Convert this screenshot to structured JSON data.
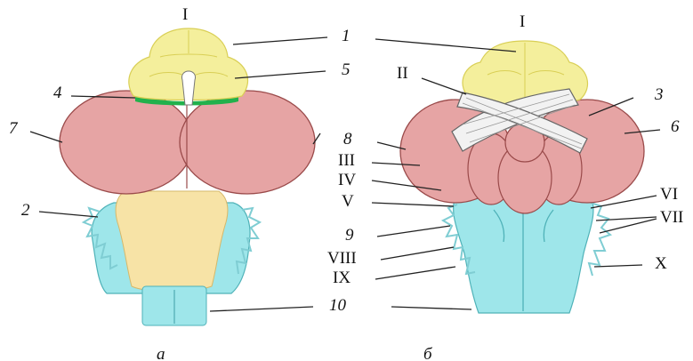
{
  "figure": {
    "left_view": {
      "caption": "а",
      "roman_labels": [
        "I"
      ],
      "numeric_labels": [
        "1",
        "5",
        "4",
        "7",
        "2",
        "10"
      ]
    },
    "right_view": {
      "caption": "б",
      "roman_labels": [
        "I",
        "II",
        "III",
        "IV",
        "V",
        "VI",
        "VII",
        "VIII",
        "IX",
        "X"
      ],
      "numeric_labels": [
        "3",
        "6",
        "8",
        "9"
      ]
    }
  },
  "colors": {
    "olfactory": "#f4ef9c",
    "olfactory_stroke": "#d9cf55",
    "tectum": "#e6a4a4",
    "tectum_stroke": "#9a4a4a",
    "medulla_dorsal": "#f7e3a6",
    "hindbrain": "#9ee6ea",
    "hindbrain_stroke": "#4fb2b8",
    "epiphysis_band": "#22b14c",
    "optic_chiasm": "#f2f2f2"
  }
}
